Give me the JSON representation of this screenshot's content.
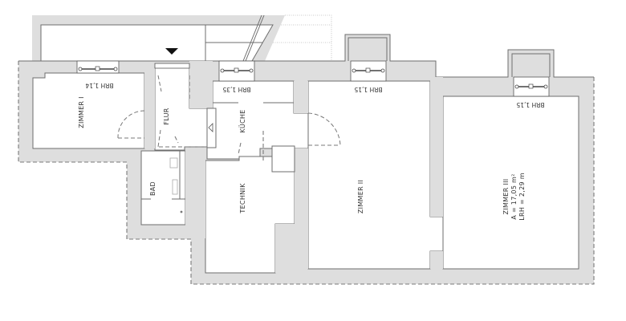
{
  "plan": {
    "colors": {
      "wall_fill": "#dedede",
      "wall_stroke": "#6e6e6e",
      "background": "#ffffff",
      "text": "#333333"
    },
    "entry_marker": "down-triangle",
    "rooms": [
      {
        "id": "zimmer-1",
        "name": "ZIMMER I"
      },
      {
        "id": "flur",
        "name": "FLUR"
      },
      {
        "id": "kueche",
        "name": "KÜCHE"
      },
      {
        "id": "bad",
        "name": "BAD"
      },
      {
        "id": "technik",
        "name": "TECHNIK"
      },
      {
        "id": "zimmer-2",
        "name": "ZIMMER II"
      },
      {
        "id": "zimmer-3",
        "name": "ZIMMER III",
        "area": "A = 17,05 m²",
        "height": "LRH = 2,29 m"
      }
    ],
    "windows": [
      {
        "room": "zimmer-1",
        "label": "BRH 1,14"
      },
      {
        "room": "kueche",
        "label": "BRH 1,35"
      },
      {
        "room": "zimmer-2",
        "label": "BRH 1,15"
      },
      {
        "room": "zimmer-3",
        "label": "BRH 1,15"
      }
    ]
  }
}
